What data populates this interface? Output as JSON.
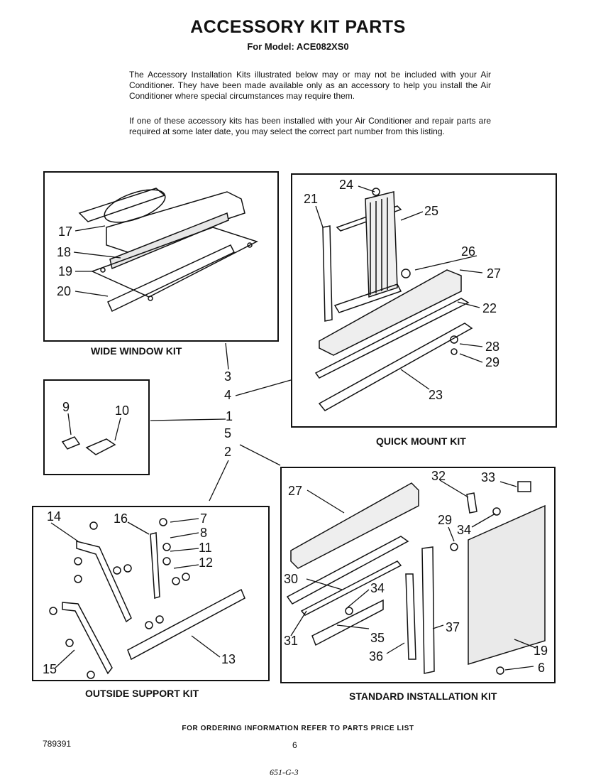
{
  "header": {
    "title": "ACCESSORY KIT PARTS",
    "model_line": "For Model: ACE082XS0"
  },
  "intro": {
    "paragraph1": "The Accessory Installation Kits illustrated below may or may not be included with your Air Conditioner. They have been made available only as an accessory to help you install the Air Conditioner where special circumstances may require them.",
    "paragraph2": "If one of these accessory kits has been installed with your Air Conditioner and repair parts are required at some later date, you may select the correct part number from this listing."
  },
  "kits": {
    "wide_window": "WIDE WINDOW KIT",
    "quick_mount": "QUICK MOUNT KIT",
    "outside_support": "OUTSIDE SUPPORT KIT",
    "standard_installation": "STANDARD INSTALLATION KIT"
  },
  "callouts": {
    "n1": "1",
    "n2": "2",
    "n3": "3",
    "n4": "4",
    "n5": "5",
    "n6": "6",
    "n7": "7",
    "n8": "8",
    "n9": "9",
    "n10": "10",
    "n11": "11",
    "n12": "12",
    "n13": "13",
    "n14": "14",
    "n15": "15",
    "n16": "16",
    "n17": "17",
    "n18": "18",
    "n19a": "19",
    "n19b": "19",
    "n20": "20",
    "n21": "21",
    "n22": "22",
    "n23": "23",
    "n24": "24",
    "n25": "25",
    "n26": "26",
    "n27a": "27",
    "n27b": "27",
    "n28": "28",
    "n29a": "29",
    "n29b": "29",
    "n30": "30",
    "n31": "31",
    "n32": "32",
    "n33": "33",
    "n34a": "34",
    "n34b": "34",
    "n35": "35",
    "n36": "36",
    "n37": "37"
  },
  "footer": {
    "ordering_info": "FOR ORDERING INFORMATION REFER TO PARTS PRICE LIST",
    "doc_code": "789391",
    "page_number": "6",
    "handwritten_note": "651-G-3"
  }
}
